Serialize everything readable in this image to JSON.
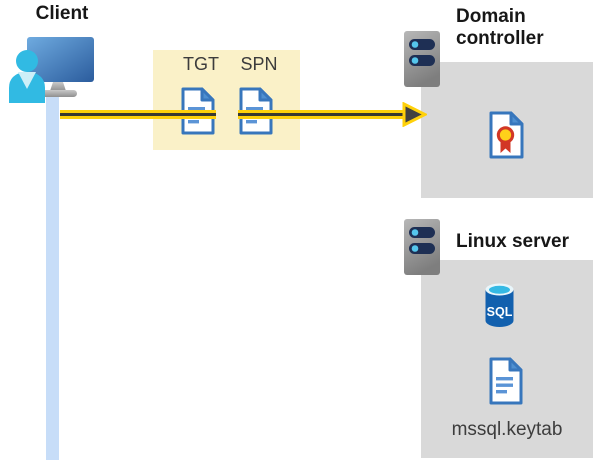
{
  "diagram": {
    "client": {
      "label": "Client"
    },
    "ticket_box": {
      "tgt_label": "TGT",
      "spn_label": "SPN"
    },
    "domain_controller": {
      "label": "Domain controller"
    },
    "linux_server": {
      "label": "Linux server",
      "sql_icon_label": "SQL",
      "keytab_label": "mssql.keytab"
    },
    "colors": {
      "ticket_box_bg": "#faf1c8",
      "server_box_bg": "#d9d9d9",
      "arrow_yellow": "#ffd10a",
      "arrow_dark_core": "#3a3a30",
      "arrowhead_fill": "#414141",
      "doc_border_blue": "#3776bc",
      "doc_line_blue": "#5b94d6",
      "person_cyan": "#31bae3",
      "timeline_blue": "#c7ddf8",
      "monitor_blue_start": "#6fabe0",
      "monitor_blue_end": "#2b5c9d",
      "sql_body_blue": "#1260ae",
      "sql_top_cyan": "#35b9e4",
      "certificate_red": "#d23726",
      "certificate_yellow": "#ffd01a",
      "server_bar_navy": "#1e2f54",
      "server_dot_cyan": "#55c6ec"
    }
  }
}
